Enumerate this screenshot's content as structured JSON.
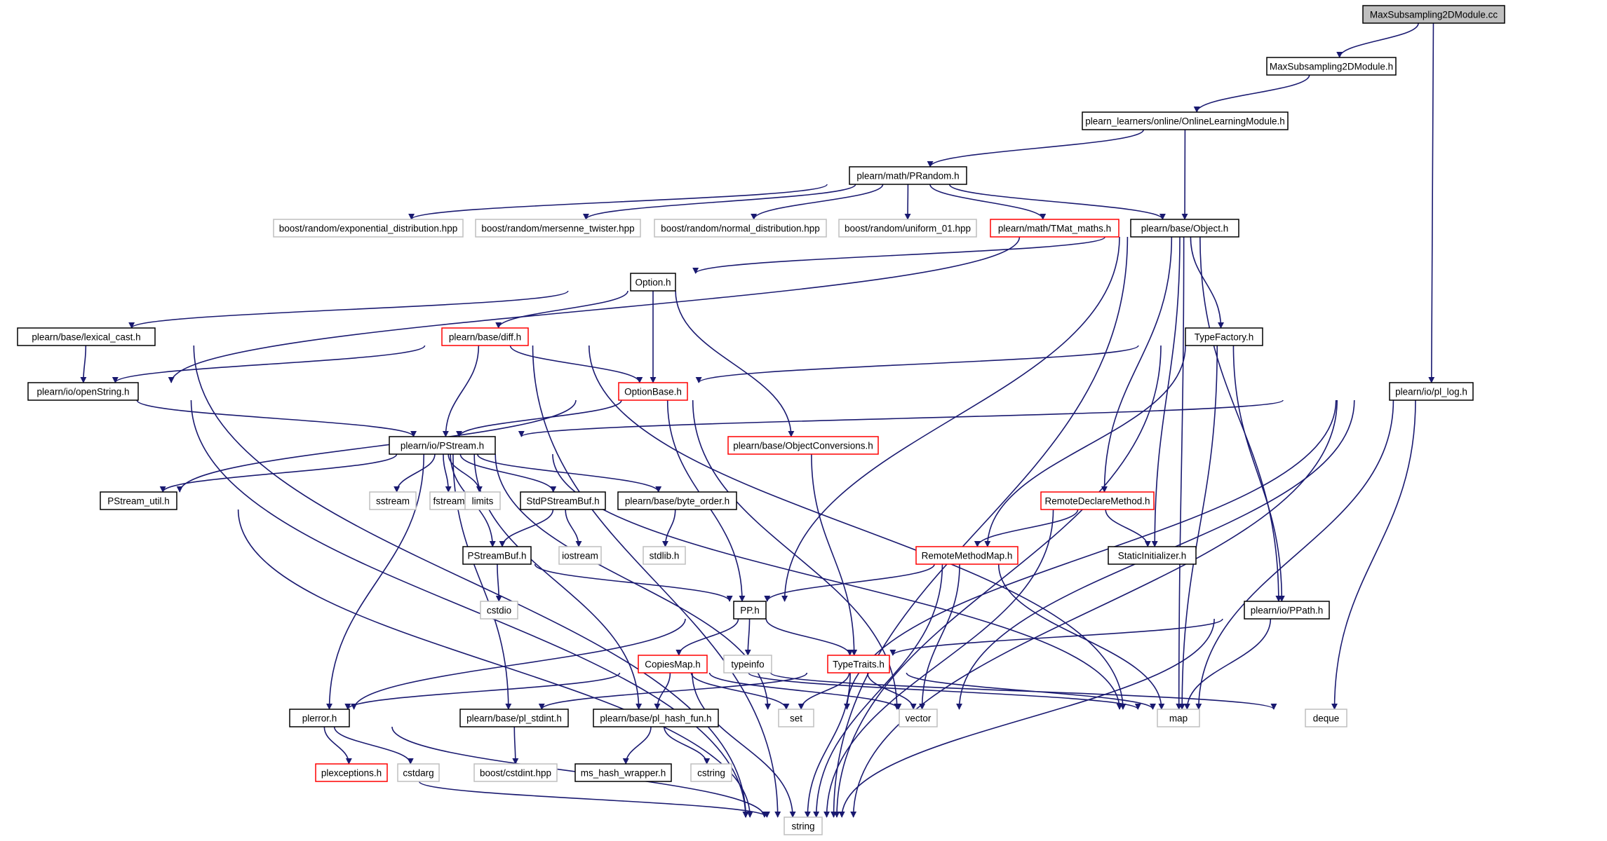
{
  "graph": {
    "colors": {
      "edge": "#191970",
      "border_normal": "#000000",
      "border_red": "#ff0000",
      "border_gray": "#bfbfbf",
      "root_fill": "#bfbfbf",
      "fill": "#ffffff"
    },
    "nodes": [
      {
        "id": "root",
        "label": "MaxSubsampling2DModule.cc",
        "style": "root"
      },
      {
        "id": "maxh",
        "label": "MaxSubsampling2DModule.h",
        "style": "normal"
      },
      {
        "id": "olm",
        "label": "plearn_learners/online/OnlineLearningModule.h",
        "style": "normal"
      },
      {
        "id": "prandom",
        "label": "plearn/math/PRandom.h",
        "style": "normal"
      },
      {
        "id": "bexp",
        "label": "boost/random/exponential_distribution.hpp",
        "style": "gray"
      },
      {
        "id": "bmt",
        "label": "boost/random/mersenne_twister.hpp",
        "style": "gray"
      },
      {
        "id": "bnorm",
        "label": "boost/random/normal_distribution.hpp",
        "style": "gray"
      },
      {
        "id": "buni",
        "label": "boost/random/uniform_01.hpp",
        "style": "gray"
      },
      {
        "id": "tmat",
        "label": "plearn/math/TMat_maths.h",
        "style": "red"
      },
      {
        "id": "object",
        "label": "plearn/base/Object.h",
        "style": "normal"
      },
      {
        "id": "option",
        "label": "Option.h",
        "style": "normal"
      },
      {
        "id": "lexcast",
        "label": "plearn/base/lexical_cast.h",
        "style": "normal"
      },
      {
        "id": "diff",
        "label": "plearn/base/diff.h",
        "style": "red"
      },
      {
        "id": "typefactory",
        "label": "TypeFactory.h",
        "style": "normal"
      },
      {
        "id": "openstring",
        "label": "plearn/io/openString.h",
        "style": "normal"
      },
      {
        "id": "optionbase",
        "label": "OptionBase.h",
        "style": "red"
      },
      {
        "id": "pllog",
        "label": "plearn/io/pl_log.h",
        "style": "normal"
      },
      {
        "id": "pstream",
        "label": "plearn/io/PStream.h",
        "style": "normal"
      },
      {
        "id": "objconv",
        "label": "plearn/base/ObjectConversions.h",
        "style": "red"
      },
      {
        "id": "pstreamutil",
        "label": "PStream_util.h",
        "style": "normal"
      },
      {
        "id": "sstream",
        "label": "sstream",
        "style": "gray"
      },
      {
        "id": "fstream",
        "label": "fstream",
        "style": "gray"
      },
      {
        "id": "limits",
        "label": "limits",
        "style": "gray"
      },
      {
        "id": "stdpsb",
        "label": "StdPStreamBuf.h",
        "style": "normal"
      },
      {
        "id": "byteorder",
        "label": "plearn/base/byte_order.h",
        "style": "normal"
      },
      {
        "id": "rdm",
        "label": "RemoteDeclareMethod.h",
        "style": "red"
      },
      {
        "id": "psbuf",
        "label": "PStreamBuf.h",
        "style": "normal"
      },
      {
        "id": "iostream",
        "label": "iostream",
        "style": "gray"
      },
      {
        "id": "stdlib",
        "label": "stdlib.h",
        "style": "gray"
      },
      {
        "id": "rmm",
        "label": "RemoteMethodMap.h",
        "style": "red"
      },
      {
        "id": "staticinit",
        "label": "StaticInitializer.h",
        "style": "normal"
      },
      {
        "id": "cstdio",
        "label": "cstdio",
        "style": "gray"
      },
      {
        "id": "pph",
        "label": "PP.h",
        "style": "normal"
      },
      {
        "id": "ppath",
        "label": "plearn/io/PPath.h",
        "style": "normal"
      },
      {
        "id": "typeinfo",
        "label": "typeinfo",
        "style": "gray"
      },
      {
        "id": "copiesmap",
        "label": "CopiesMap.h",
        "style": "red"
      },
      {
        "id": "typetraits",
        "label": "TypeTraits.h",
        "style": "red"
      },
      {
        "id": "plerror",
        "label": "plerror.h",
        "style": "normal"
      },
      {
        "id": "plstdint",
        "label": "plearn/base/pl_stdint.h",
        "style": "normal"
      },
      {
        "id": "plhash",
        "label": "plearn/base/pl_hash_fun.h",
        "style": "normal"
      },
      {
        "id": "set",
        "label": "set",
        "style": "gray"
      },
      {
        "id": "vector",
        "label": "vector",
        "style": "gray"
      },
      {
        "id": "map",
        "label": "map",
        "style": "gray"
      },
      {
        "id": "deque",
        "label": "deque",
        "style": "gray"
      },
      {
        "id": "plexceptions",
        "label": "plexceptions.h",
        "style": "red"
      },
      {
        "id": "cstdarg",
        "label": "cstdarg",
        "style": "gray"
      },
      {
        "id": "bcstdint",
        "label": "boost/cstdint.hpp",
        "style": "gray"
      },
      {
        "id": "mshash",
        "label": "ms_hash_wrapper.h",
        "style": "normal"
      },
      {
        "id": "cstring",
        "label": "cstring",
        "style": "gray"
      },
      {
        "id": "string",
        "label": "string",
        "style": "gray"
      }
    ],
    "edges": [
      [
        "root",
        "maxh"
      ],
      [
        "root",
        "pllog"
      ],
      [
        "maxh",
        "olm"
      ],
      [
        "olm",
        "prandom"
      ],
      [
        "olm",
        "object"
      ],
      [
        "prandom",
        "bexp"
      ],
      [
        "prandom",
        "bmt"
      ],
      [
        "prandom",
        "bnorm"
      ],
      [
        "prandom",
        "buni"
      ],
      [
        "prandom",
        "tmat"
      ],
      [
        "prandom",
        "object"
      ],
      [
        "object",
        "option"
      ],
      [
        "object",
        "openstring"
      ],
      [
        "object",
        "pph"
      ],
      [
        "object",
        "rdm"
      ],
      [
        "object",
        "staticinit"
      ],
      [
        "object",
        "typefactory"
      ],
      [
        "object",
        "ppath"
      ],
      [
        "object",
        "map"
      ],
      [
        "object",
        "string"
      ],
      [
        "option",
        "lexcast"
      ],
      [
        "option",
        "diff"
      ],
      [
        "option",
        "optionbase"
      ],
      [
        "option",
        "objconv"
      ],
      [
        "lexcast",
        "openstring"
      ],
      [
        "lexcast",
        "string"
      ],
      [
        "diff",
        "openstring"
      ],
      [
        "diff",
        "pstream"
      ],
      [
        "diff",
        "optionbase"
      ],
      [
        "diff",
        "map"
      ],
      [
        "diff",
        "string"
      ],
      [
        "openstring",
        "pstream"
      ],
      [
        "openstring",
        "string"
      ],
      [
        "optionbase",
        "pstream"
      ],
      [
        "optionbase",
        "pstreamutil"
      ],
      [
        "optionbase",
        "pph"
      ],
      [
        "optionbase",
        "vector"
      ],
      [
        "typefactory",
        "optionbase"
      ],
      [
        "typefactory",
        "rmm"
      ],
      [
        "typefactory",
        "ppath"
      ],
      [
        "typefactory",
        "map"
      ],
      [
        "typefactory",
        "string"
      ],
      [
        "pllog",
        "pstream"
      ],
      [
        "pllog",
        "set"
      ],
      [
        "pllog",
        "vector"
      ],
      [
        "pllog",
        "map"
      ],
      [
        "pllog",
        "deque"
      ],
      [
        "pllog",
        "string"
      ],
      [
        "pstream",
        "pstreamutil"
      ],
      [
        "pstream",
        "sstream"
      ],
      [
        "pstream",
        "fstream"
      ],
      [
        "pstream",
        "limits"
      ],
      [
        "pstream",
        "stdpsb"
      ],
      [
        "pstream",
        "byteorder"
      ],
      [
        "pstream",
        "psbuf"
      ],
      [
        "pstream",
        "plerror"
      ],
      [
        "pstream",
        "plstdint"
      ],
      [
        "pstream",
        "plhash"
      ],
      [
        "pstream",
        "set"
      ],
      [
        "pstream",
        "map"
      ],
      [
        "objconv",
        "typetraits"
      ],
      [
        "pstreamutil",
        "string"
      ],
      [
        "stdpsb",
        "psbuf"
      ],
      [
        "stdpsb",
        "iostream"
      ],
      [
        "byteorder",
        "stdlib"
      ],
      [
        "rdm",
        "rmm"
      ],
      [
        "rdm",
        "staticinit"
      ],
      [
        "rdm",
        "string"
      ],
      [
        "psbuf",
        "cstdio"
      ],
      [
        "psbuf",
        "pph"
      ],
      [
        "rmm",
        "pph"
      ],
      [
        "rmm",
        "vector"
      ],
      [
        "rmm",
        "map"
      ],
      [
        "rmm",
        "string"
      ],
      [
        "pph",
        "typeinfo"
      ],
      [
        "pph",
        "copiesmap"
      ],
      [
        "pph",
        "typetraits"
      ],
      [
        "pph",
        "plerror"
      ],
      [
        "ppath",
        "typetraits"
      ],
      [
        "ppath",
        "map"
      ],
      [
        "ppath",
        "string"
      ],
      [
        "copiesmap",
        "plerror"
      ],
      [
        "copiesmap",
        "plhash"
      ],
      [
        "copiesmap",
        "set"
      ],
      [
        "copiesmap",
        "vector"
      ],
      [
        "copiesmap",
        "map"
      ],
      [
        "copiesmap",
        "deque"
      ],
      [
        "copiesmap",
        "string"
      ],
      [
        "typetraits",
        "plstdint"
      ],
      [
        "typetraits",
        "set"
      ],
      [
        "typetraits",
        "vector"
      ],
      [
        "typetraits",
        "map"
      ],
      [
        "typetraits",
        "string"
      ],
      [
        "plerror",
        "plexceptions"
      ],
      [
        "plerror",
        "cstdarg"
      ],
      [
        "plerror",
        "string"
      ],
      [
        "plexceptions",
        "string"
      ],
      [
        "plstdint",
        "bcstdint"
      ],
      [
        "plhash",
        "mshash"
      ],
      [
        "plhash",
        "cstring"
      ]
    ]
  }
}
